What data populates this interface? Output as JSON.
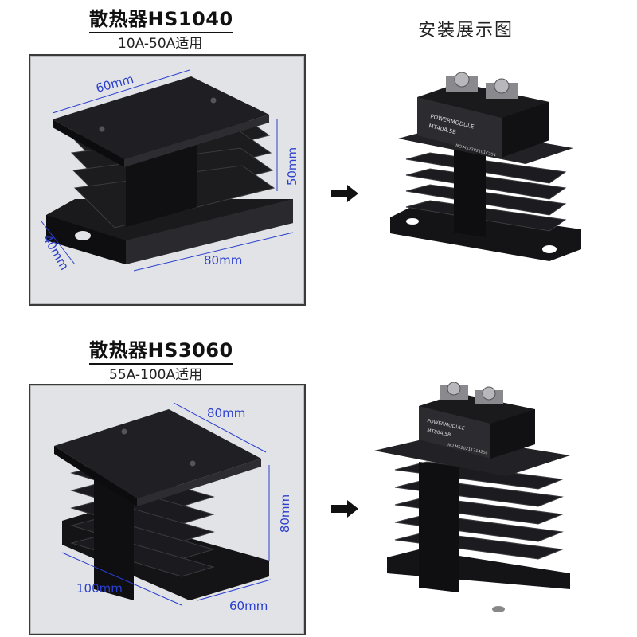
{
  "section1": {
    "title": "散热器HS1040",
    "subtitle": "10A-50A适用",
    "dim_top": "60mm",
    "dim_height": "50mm",
    "dim_depth": "40mm",
    "dim_length": "80mm"
  },
  "section2": {
    "title": "散热器HS3060",
    "subtitle": "55A-100A适用",
    "dim_top": "80mm",
    "dim_height": "80mm",
    "dim_length": "100mm",
    "dim_depth": "60mm"
  },
  "right_title": "安装展示图",
  "module1": {
    "brand": "POWERMODULE",
    "model": "MT40A.5B",
    "serial": "NO.M52202101C254"
  },
  "module2": {
    "brand": "POWERMODULE",
    "model": "MT80A.5B",
    "serial": "NO.M52021121425c"
  },
  "colors": {
    "heatsink": "#151518",
    "panel_bg": "#e2e3e6",
    "dimension_text": "#2a3fcf"
  }
}
